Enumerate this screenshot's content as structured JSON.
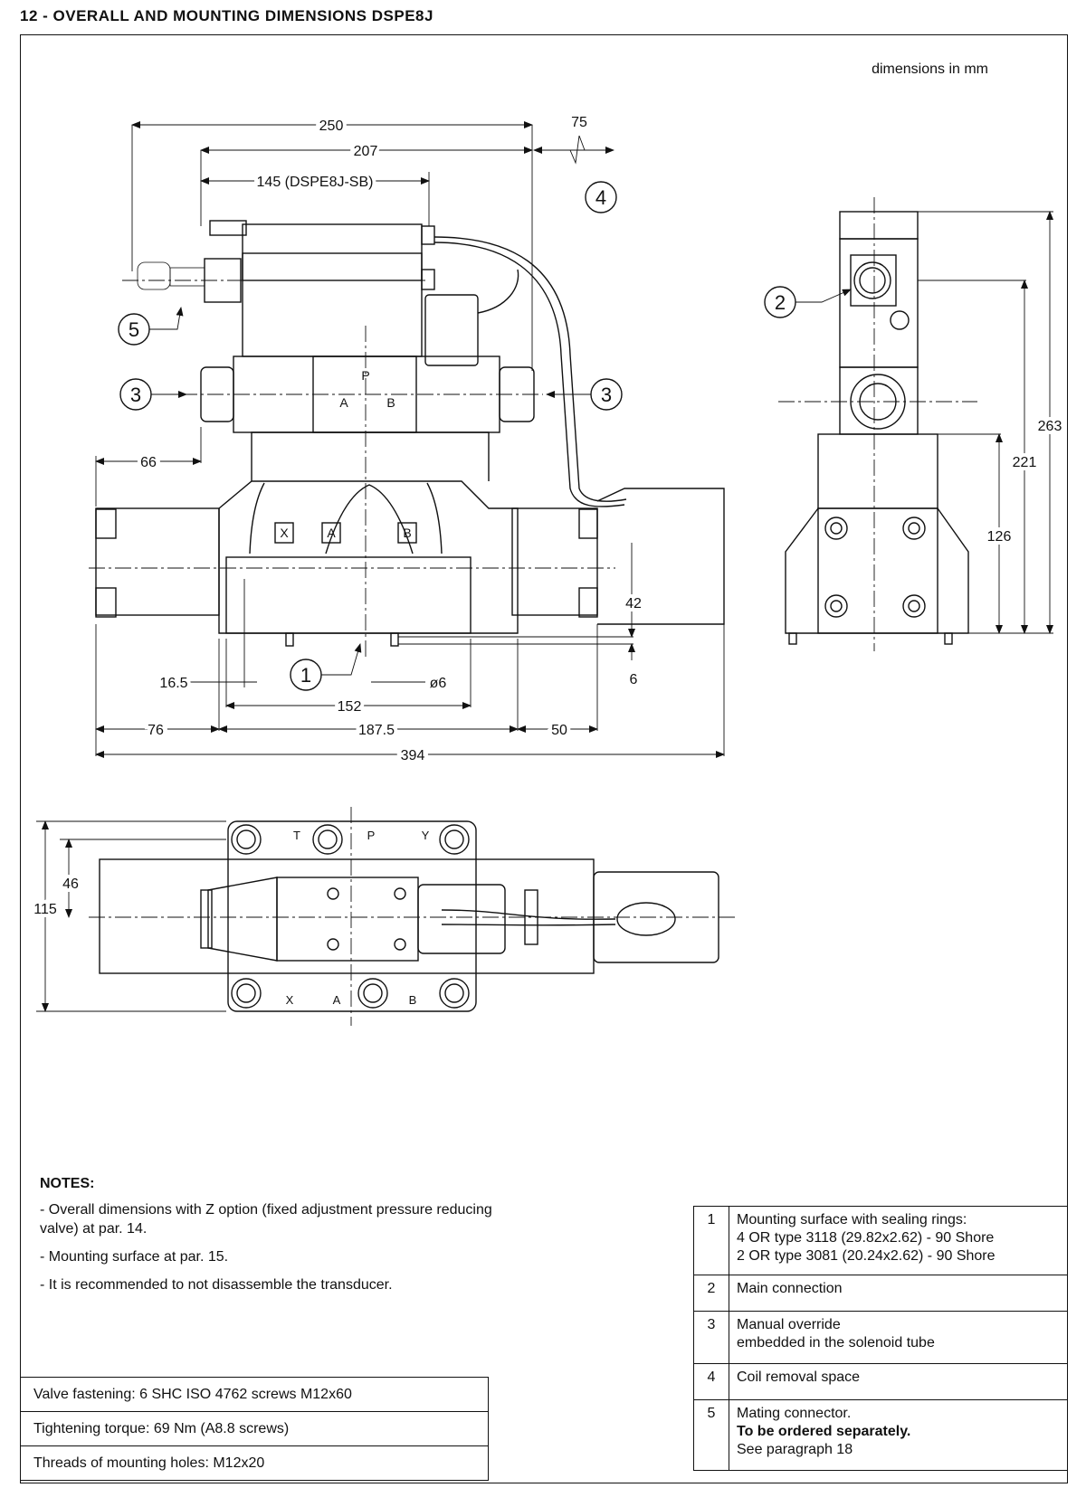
{
  "header": {
    "title": "12 - OVERALL AND MOUNTING DIMENSIONS  DSPE8J",
    "units": "dimensions in mm"
  },
  "dims": {
    "d250": "250",
    "d75": "75",
    "d207": "207",
    "d145": "145 (DSPE8J-SB)",
    "d66": "66",
    "d16_5": "16.5",
    "d6dia": "ø6",
    "d42": "42",
    "d6": "6",
    "d152": "152",
    "d76": "76",
    "d187_5": "187.5",
    "d50": "50",
    "d394": "394",
    "d263": "263",
    "d221": "221",
    "d126": "126",
    "d46": "46",
    "d115": "115"
  },
  "callouts": [
    "1",
    "2",
    "3",
    "4",
    "5"
  ],
  "ports": {
    "p": "P",
    "a": "A",
    "b": "B",
    "x": "X",
    "t": "T",
    "y": "Y"
  },
  "notes": {
    "heading": "NOTES",
    "items": [
      "- Overall dimensions with Z option (fixed adjustment pressure reducing valve) at par. 14.",
      "- Mounting surface at par. 15.",
      "- It is recommended to not disassemble the transducer."
    ]
  },
  "fastening": [
    "Valve fastening: 6 SHC ISO 4762 screws M12x60",
    "Tightening torque: 69 Nm (A8.8 screws)",
    "Threads of mounting holes: M12x20"
  ],
  "legend": [
    {
      "n": "1",
      "lines": [
        "Mounting surface with sealing rings:",
        "4 OR type 3118 (29.82x2.62) - 90 Shore",
        "2 OR type 3081 (20.24x2.62) - 90 Shore"
      ]
    },
    {
      "n": "2",
      "lines": [
        "Main connection"
      ]
    },
    {
      "n": "3",
      "lines": [
        "Manual override",
        "embedded in the solenoid tube"
      ]
    },
    {
      "n": "4",
      "lines": [
        "Coil removal space"
      ]
    },
    {
      "n": "5",
      "lines": [
        "Mating connector.",
        "To be ordered separately.",
        "See paragraph 18"
      ]
    }
  ]
}
